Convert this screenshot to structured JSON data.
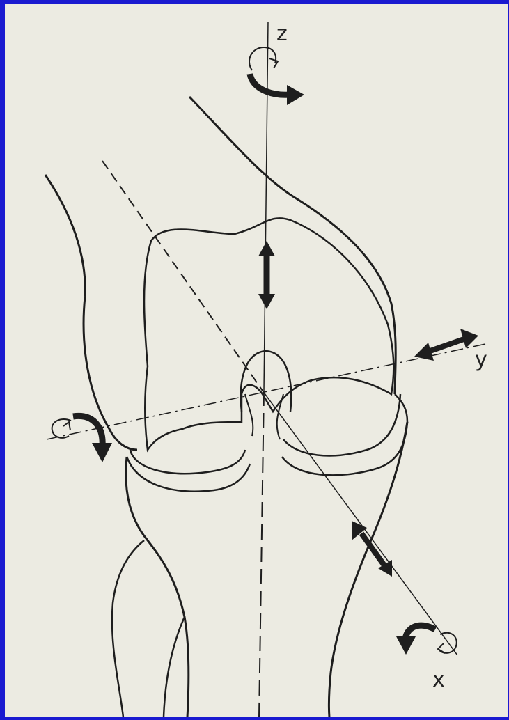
{
  "figure": {
    "axis_labels": {
      "z": "z",
      "y": "y",
      "x": "x"
    }
  },
  "colors": {
    "background": "#1a1ad0",
    "paper": "#ecebe2",
    "ink": "#1e1e1e"
  },
  "icons": [
    "rotation-arrow-z-icon",
    "translation-arrow-z-icon",
    "translation-arrow-y-icon",
    "rotation-arrow-y-icon",
    "translation-arrow-x-icon",
    "rotation-arrow-x-icon"
  ]
}
